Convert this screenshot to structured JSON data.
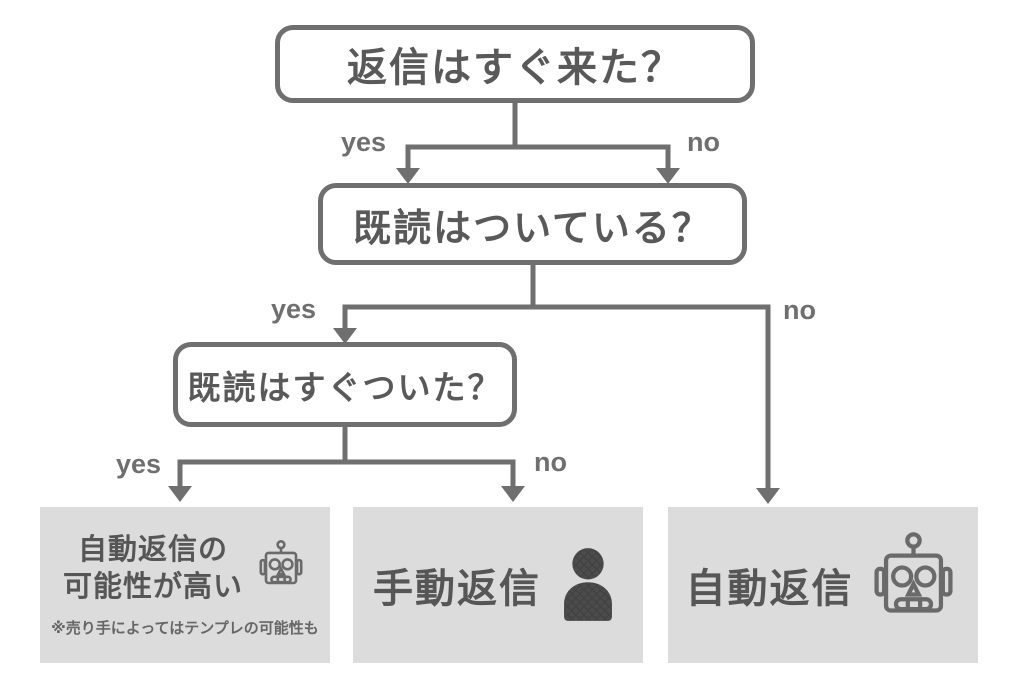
{
  "diagram": {
    "questions": {
      "q1": "返信はすぐ来た？",
      "q2": "既読はついている？",
      "q3": "既読はすぐついた？"
    },
    "branch_labels": {
      "q1_yes": "yes",
      "q1_no": "no",
      "q2_yes": "yes",
      "q2_no": "no",
      "q3_yes": "yes",
      "q3_no": "no"
    },
    "results": {
      "auto_reply_likely": {
        "title_line1": "自動返信の",
        "title_line2": "可能性が高い",
        "note": "※売り手によってはテンプレの可能性も",
        "icon": "robot-icon"
      },
      "manual_reply": {
        "title": "手動返信",
        "icon": "person-icon"
      },
      "auto_reply": {
        "title": "自動返信",
        "icon": "robot-icon"
      }
    },
    "colors": {
      "line": "#6f6f6f",
      "question_text": "#595959",
      "result_background": "#dcdcdc",
      "result_text": "#565656",
      "note_text": "#666666",
      "person_icon_fill": "#4c4c4c",
      "robot_icon_stroke": "#6a6a6a",
      "background": "#ffffff"
    }
  }
}
